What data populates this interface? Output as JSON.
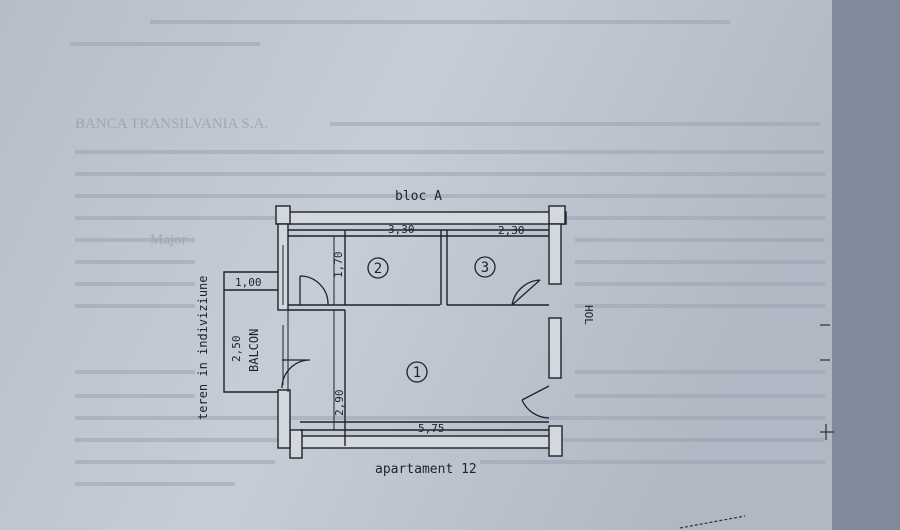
{
  "plan": {
    "building_label": "bloc A",
    "apartment_label": "apartament 12",
    "hall_label": "HOL",
    "balcony_label": "BALCON",
    "land_label": "teren in indiviziune",
    "dimensions": {
      "room2_width": "3,30",
      "room3_width": "2,30",
      "room2_depth": "1,70",
      "main_width": "5,75",
      "main_depth": "2,90",
      "balcony_width": "1,00",
      "balcony_length": "2,50"
    },
    "rooms": [
      "1",
      "2",
      "3"
    ]
  },
  "background_text": {
    "line1": "BANCA TRANSILVANIA S.A.",
    "line2": "Major"
  },
  "colors": {
    "paper": "#c3cad3",
    "ink": "#1e222a",
    "ghost_text": "#8590a0",
    "backdrop": "#8f9aa8"
  }
}
